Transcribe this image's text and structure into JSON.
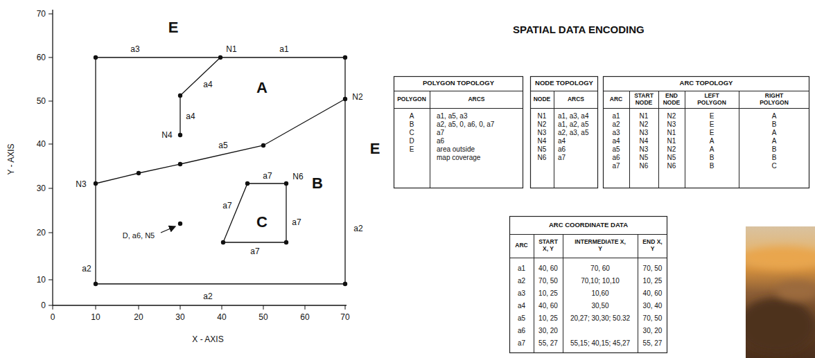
{
  "diagram": {
    "title": "SPATIAL DATA ENCODING",
    "nodes": [
      {
        "text": [
          "POLYGON TOPOLOGY",
          "POLYGON",
          "ARCS",
          "A",
          "a1, a5, a3",
          "B",
          "a2, a5, 0, a6, 0, a7",
          "C",
          "a7",
          "D",
          "a6",
          "E",
          "area outside map coverage"
        ]
      },
      {
        "text": [
          "NODE TOPOLOGY",
          "NODE",
          "ARCS",
          "N1",
          "a1, a3, a4",
          "N2",
          "a1, a2, a5",
          "N3",
          "a2, a3, a5",
          "N4",
          "a4",
          "N5",
          "a6",
          "N6",
          "a7"
        ]
      },
      {
        "text": [
          "ARC TOPOLOGY",
          "ARC",
          "START NODE",
          "END NODE",
          "LEFT POLYGON",
          "RIGHT POLYGON",
          "a1",
          "N1",
          "N2",
          "E",
          "A",
          "a2",
          "N2",
          "N3",
          "E",
          "B",
          "a3",
          "N3",
          "N1",
          "E",
          "A",
          "a4",
          "N4",
          "N1",
          "A",
          "A",
          "a5",
          "N3",
          "N2",
          "A",
          "B",
          "a6",
          "N5",
          "N5",
          "B",
          "B",
          "a7",
          "N6",
          "N6",
          "B",
          "C"
        ]
      },
      {
        "text": [
          "ARC COORDINATE DATA",
          "ARC",
          "START X, Y",
          "INTERMEDIATE X, Y",
          "END X, Y",
          "a1",
          "40, 60",
          "70, 60",
          "70, 50",
          "a2",
          "70, 50",
          "70,10; 10,10",
          "10, 25",
          "a3",
          "10, 25",
          "10,60",
          "40, 60",
          "a4",
          "40, 60",
          "30,50",
          "30, 40",
          "a5",
          "10, 25",
          "20,27; 30,30; 50.32",
          "70, 50",
          "a6",
          "30, 20",
          "30, 20",
          "a7",
          "55, 27",
          "55,15; 40,15; 45,27",
          "55, 27"
        ]
      }
    ],
    "labels": [
      "E",
      "a3",
      "N1",
      "a1",
      "N2",
      "a4",
      "A",
      "a4",
      "N4",
      "a5",
      "a7",
      "N6",
      "N3",
      "B",
      "a7",
      "C",
      "a7",
      "a2",
      "D, a6, N5",
      "a7",
      "a2",
      "a2",
      "E",
      "70",
      "60",
      "50",
      "40",
      "30",
      "20",
      "10",
      "0",
      "0",
      "10",
      "20",
      "30",
      "40",
      "50",
      "60",
      "70",
      "X - AXIS",
      "Y - AXIS"
    ]
  }
}
